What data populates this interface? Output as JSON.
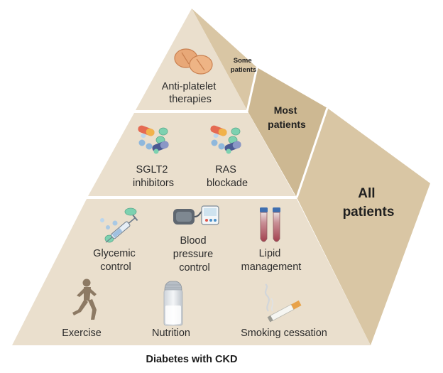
{
  "diagram": {
    "caption": "Diabetes with CKD",
    "colors": {
      "front_face": "#eadfcd",
      "side_face": "#d9c6a4",
      "side_face_dark": "#cdb892",
      "divider": "#ffffff"
    },
    "tiers": {
      "top": {
        "side_label": [
          "Some",
          "patients"
        ],
        "items": [
          {
            "icon": "tablets-icon",
            "label": [
              "Anti-platelet",
              "therapies"
            ]
          }
        ]
      },
      "middle": {
        "side_label": [
          "Most",
          "patients"
        ],
        "items": [
          {
            "icon": "pills-icon",
            "label": [
              "SGLT2",
              "inhibitors"
            ]
          },
          {
            "icon": "pills-icon",
            "label": [
              "RAS",
              "blockade"
            ]
          }
        ]
      },
      "bottom": {
        "side_label": [
          "All",
          "patients"
        ],
        "items": [
          {
            "icon": "syringe-icon",
            "label": [
              "Glycemic",
              "control"
            ]
          },
          {
            "icon": "blood-pressure-monitor-icon",
            "label": [
              "Blood",
              "pressure",
              "control"
            ]
          },
          {
            "icon": "test-tubes-icon",
            "label": [
              "Lipid",
              "management"
            ]
          },
          {
            "icon": "runner-icon",
            "label": [
              "Exercise"
            ]
          },
          {
            "icon": "salt-shaker-icon",
            "label": [
              "Nutrition"
            ]
          },
          {
            "icon": "cigarette-icon",
            "label": [
              "Smoking cessation"
            ]
          }
        ]
      }
    }
  }
}
